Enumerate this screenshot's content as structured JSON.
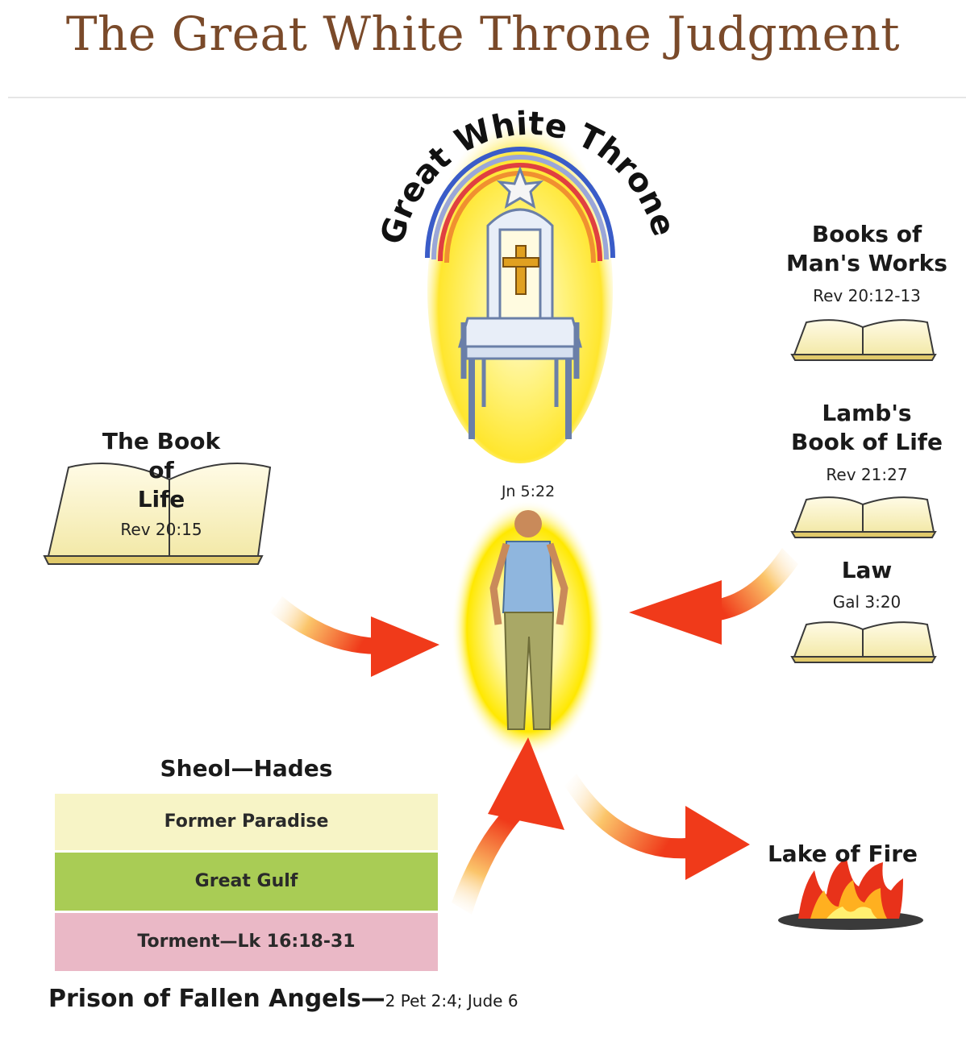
{
  "title": "The Great White Throne Judgment",
  "throne": {
    "arc_label": "Great White Throne"
  },
  "scripture_center": "Jn 5:22",
  "books": {
    "book_of_life": {
      "label_lines": [
        "The Book",
        "of",
        "Life"
      ],
      "ref": "Rev 20:15"
    },
    "works": {
      "label_lines": [
        "Books of",
        "Man's Works"
      ],
      "ref": "Rev 20:12-13"
    },
    "lambs": {
      "label_lines": [
        "Lamb's",
        "Book of Life"
      ],
      "ref": "Rev 21:27"
    },
    "law": {
      "label_lines": [
        "Law"
      ],
      "ref": "Gal 3:20"
    }
  },
  "sheol": {
    "heading": "Sheol—Hades",
    "bands": [
      {
        "label": "Former Paradise",
        "color": "#f7f4c6"
      },
      {
        "label": "Great Gulf",
        "color": "#a9cc55"
      },
      {
        "label": "Torment—Lk 16:18-31",
        "color": "#eab8c6"
      }
    ]
  },
  "prison": {
    "label": "Prison of Fallen Angels—",
    "ref": "2 Pet 2:4; Jude 6"
  },
  "lake": {
    "label": "Lake of Fire"
  },
  "colors": {
    "title": "#7a4a2a",
    "glow": "#ffe600",
    "arrow": "#f03a1a"
  }
}
